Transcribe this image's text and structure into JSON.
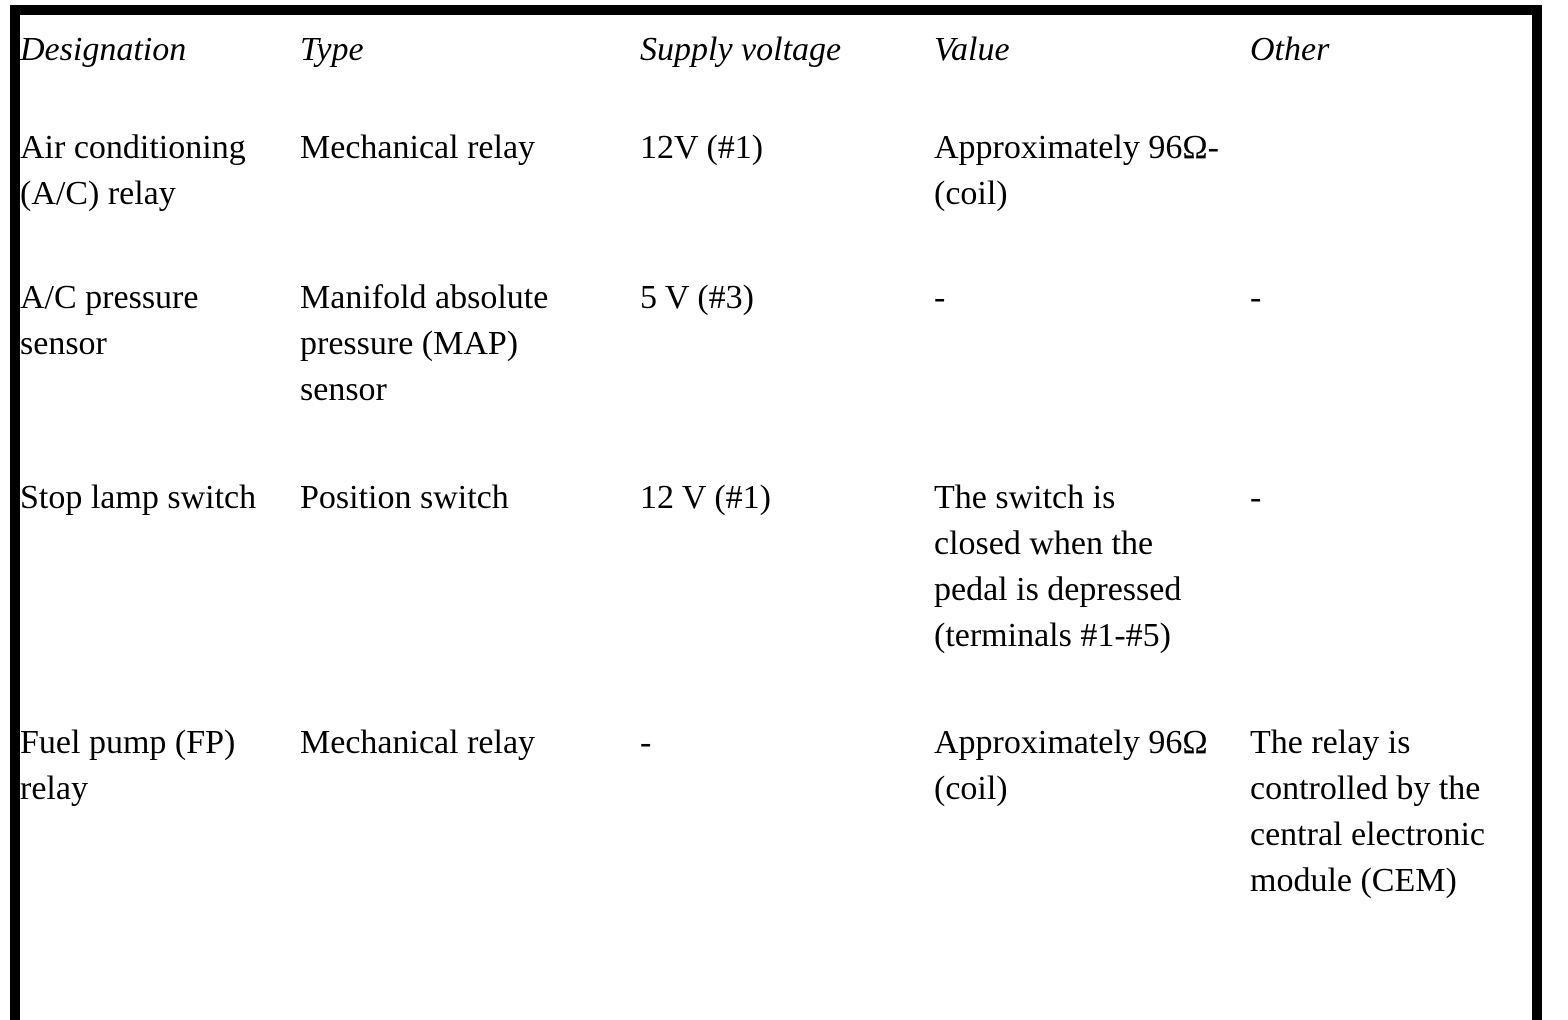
{
  "document": {
    "kind": "specification-table",
    "border_color": "#000000",
    "background_color": "#ffffff",
    "text_color": "#000000"
  },
  "table": {
    "columns": [
      {
        "key": "designation",
        "label": "Designation"
      },
      {
        "key": "type",
        "label": "Type"
      },
      {
        "key": "supply_voltage",
        "label": "Supply voltage"
      },
      {
        "key": "value",
        "label": "Value"
      },
      {
        "key": "other",
        "label": "Other"
      }
    ],
    "rows": [
      {
        "designation": "Air conditioning\n(A/C) relay",
        "type": "Mechanical relay",
        "supply_voltage": "12V (#1)",
        "value": "Approximately 96Ω-\n(coil)",
        "other": ""
      },
      {
        "designation": "A/C pressure\nsensor",
        "type": "Manifold absolute\npressure (MAP)\nsensor",
        "supply_voltage": "5 V (#3)",
        "value": "-",
        "other": "-"
      },
      {
        "designation": "Stop lamp switch",
        "type": "Position switch",
        "supply_voltage": "12 V (#1)",
        "value": "The switch is\nclosed when the\npedal is depressed\n(terminals #1-#5)",
        "other": "-"
      },
      {
        "designation": "Fuel pump (FP)\nrelay",
        "type": "Mechanical relay",
        "supply_voltage": "-",
        "value": "Approximately 96Ω\n(coil)",
        "other": "The relay is\ncontrolled by the\ncentral electronic\nmodule (CEM)"
      }
    ]
  }
}
